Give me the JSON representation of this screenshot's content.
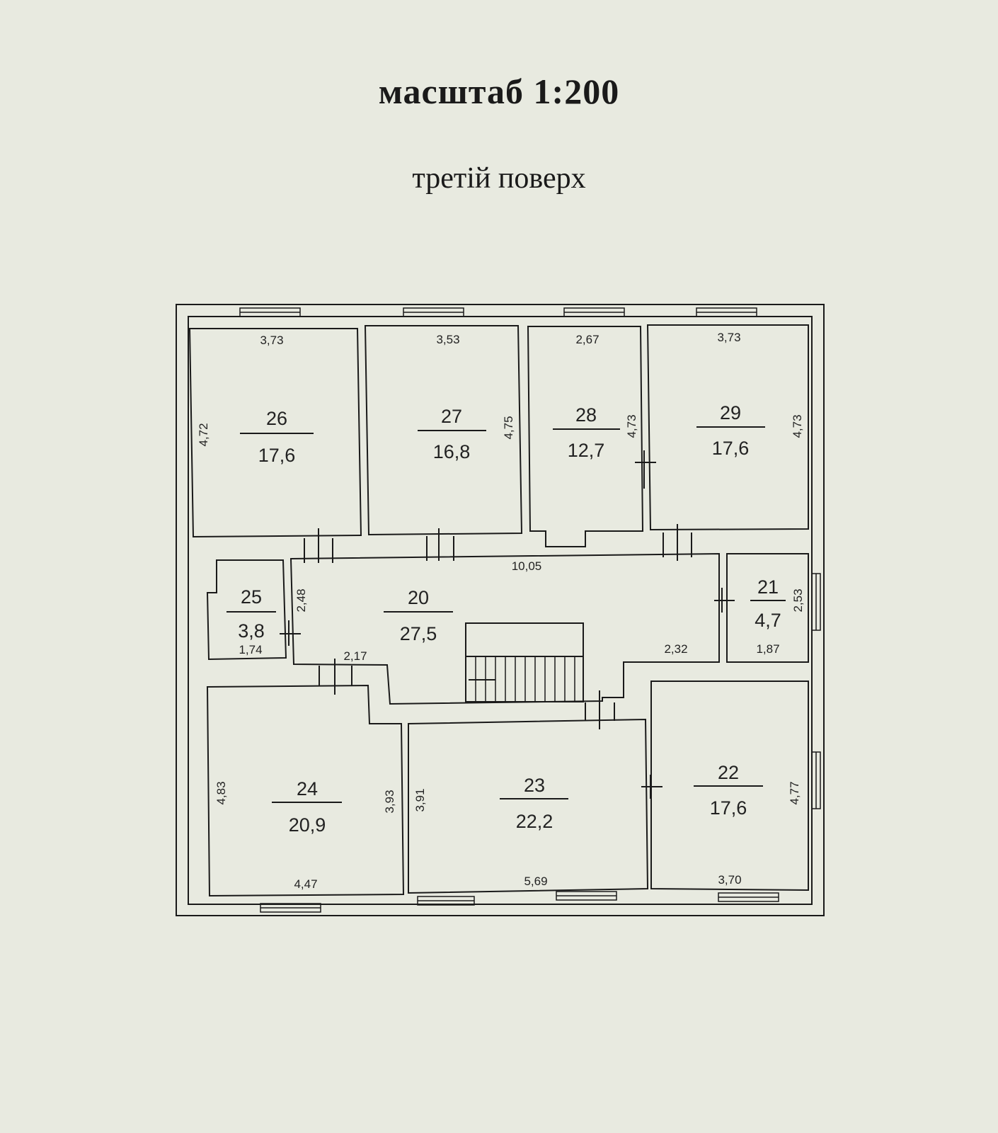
{
  "header": {
    "scale": "масштаб 1:200",
    "floor": "третій поверх"
  },
  "rooms": [
    {
      "id": "r20",
      "number": "20",
      "area": "27,5"
    },
    {
      "id": "r21",
      "number": "21",
      "area": "4,7"
    },
    {
      "id": "r22",
      "number": "22",
      "area": "17,6"
    },
    {
      "id": "r23",
      "number": "23",
      "area": "22,2"
    },
    {
      "id": "r24",
      "number": "24",
      "area": "20,9"
    },
    {
      "id": "r25",
      "number": "25",
      "area": "3,8"
    },
    {
      "id": "r26",
      "number": "26",
      "area": "17,6"
    },
    {
      "id": "r27",
      "number": "27",
      "area": "16,8"
    },
    {
      "id": "r28",
      "number": "28",
      "area": "12,7"
    },
    {
      "id": "r29",
      "number": "29",
      "area": "17,6"
    }
  ],
  "dimensions": {
    "r26_width": "3,73",
    "r26_height": "4,72",
    "r27_width": "3,53",
    "r27_height": "4,75",
    "r28_width": "2,67",
    "r28_height": "4,73",
    "r29_width": "3,73",
    "r29_height": "4,73",
    "r20_length": "10,05",
    "r20_height": "2,48",
    "r20_left_width": "2,17",
    "r20_right_width": "2,32",
    "r21_width": "1,87",
    "r21_height": "2,53",
    "r25_width": "1,74",
    "r24_width": "4,47",
    "r24_height_left": "4,83",
    "r24_height_right": "3,93",
    "r23_width": "5,69",
    "r23_height": "3,91",
    "r22_width": "3,70",
    "r22_height": "4,77"
  }
}
